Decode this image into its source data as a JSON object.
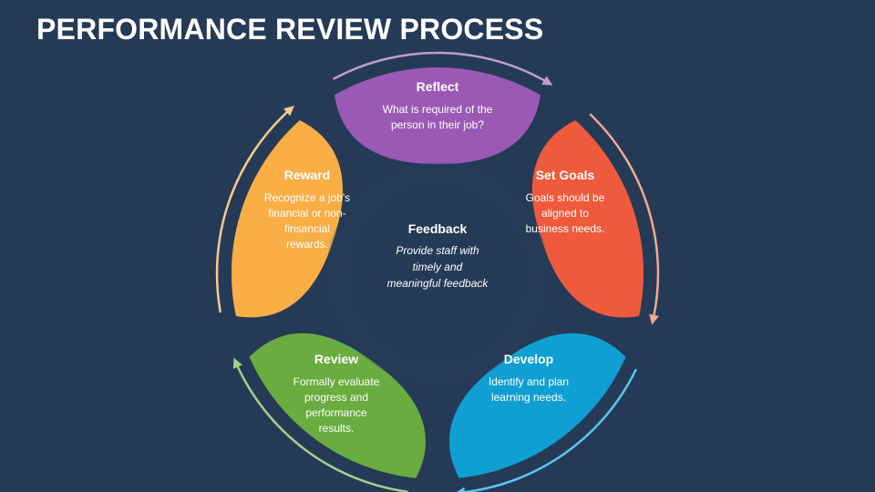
{
  "title": "PERFORMANCE REVIEW PROCESS",
  "center": {
    "title": "Feedback",
    "lines": [
      "Provide staff with",
      "timely and",
      "meaningful feedback"
    ]
  },
  "segments": [
    {
      "key": "reflect",
      "title": "Reflect",
      "color": "#9b59b6",
      "lines": [
        "What is required of the",
        "person in their job?"
      ]
    },
    {
      "key": "set-goals",
      "title": "Set Goals",
      "color": "#f05a3c",
      "lines": [
        "Goals should be",
        "aligned to",
        "business needs."
      ]
    },
    {
      "key": "develop",
      "title": "Develop",
      "color": "#0f9fd3",
      "lines": [
        "Identify and plan",
        "learning needs."
      ]
    },
    {
      "key": "review",
      "title": "Review",
      "color": "#6aac3f",
      "lines": [
        "Formally evaluate",
        "progress and",
        "performance",
        "results."
      ]
    },
    {
      "key": "reward",
      "title": "Reward",
      "color": "#f9ae46",
      "lines": [
        "Recognize a job's",
        "financial or non-",
        "finsancial",
        "rewards."
      ]
    }
  ],
  "arrow_colors": [
    "#c39bd3",
    "#f4a990",
    "#5cc6ef",
    "#a3d08a",
    "#fcc98a"
  ]
}
